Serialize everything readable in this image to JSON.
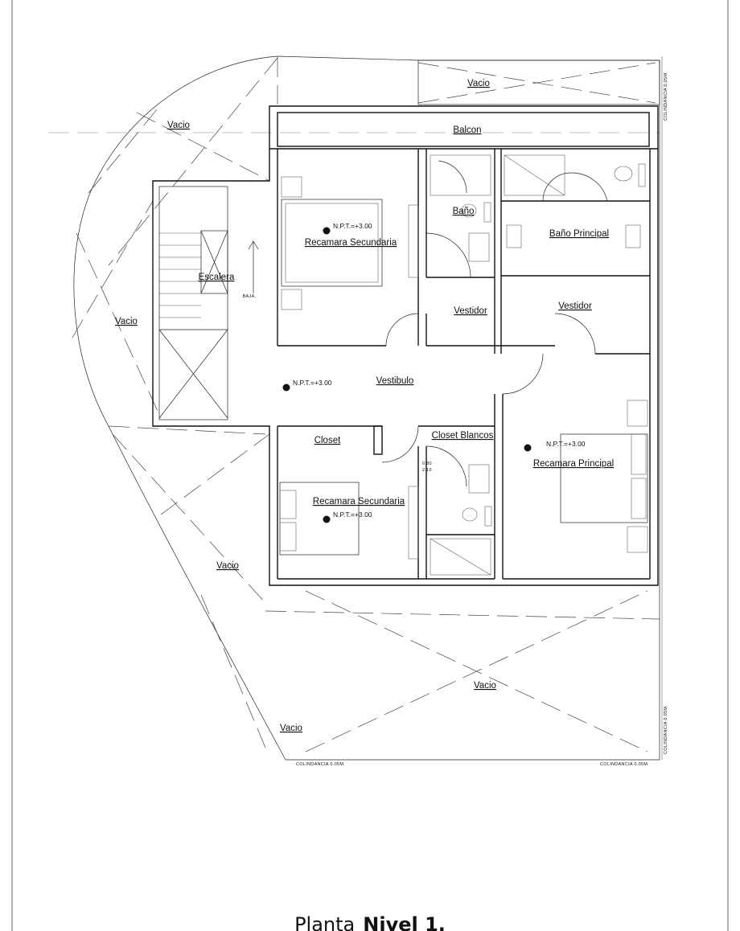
{
  "rooms": {
    "vacio_top": "Vacio",
    "vacio_nw": "Vacio",
    "balcon": "Balcon",
    "bano": "Baño",
    "bano_principal": "Baño Principal",
    "recamara_secundaria_top": "Recamara Secundaria",
    "escalera": "Escalera",
    "baja": "BAJA.",
    "vacio_w": "Vacio",
    "vestidor_1": "Vestidor",
    "vestidor_2": "Vestidor",
    "vestibulo": "Vestibulo",
    "closet": "Closet",
    "closet_blancos": "Closet Blancos",
    "recamara_principal": "Recamara Principal",
    "recamara_secundaria_bottom": "Recamara Secundaria",
    "vacio_sw": "Vacio",
    "vacio_bottom": "Vacio",
    "vacio_corner": "Vacio"
  },
  "levels": {
    "npt_1": "N.P.T.=+3.00",
    "npt_2": "N.P.T.=+3.00",
    "npt_3": "N.P.T.=+3.00",
    "npt_4": "N.P.T.=+3.00"
  },
  "door_dim": {
    "w": "0.80",
    "h": "2.10"
  },
  "boundaries": {
    "right_top": "COLINDANCIA 0.05M.",
    "right_bottom": "COLINDANCIA 0.05M.",
    "bottom_left": "COLINDANCIA 0.05M.",
    "bottom_right": "COLINDANCIA 0.05M."
  },
  "caption": {
    "prefix": "Planta",
    "bold": "Nivel 1."
  }
}
